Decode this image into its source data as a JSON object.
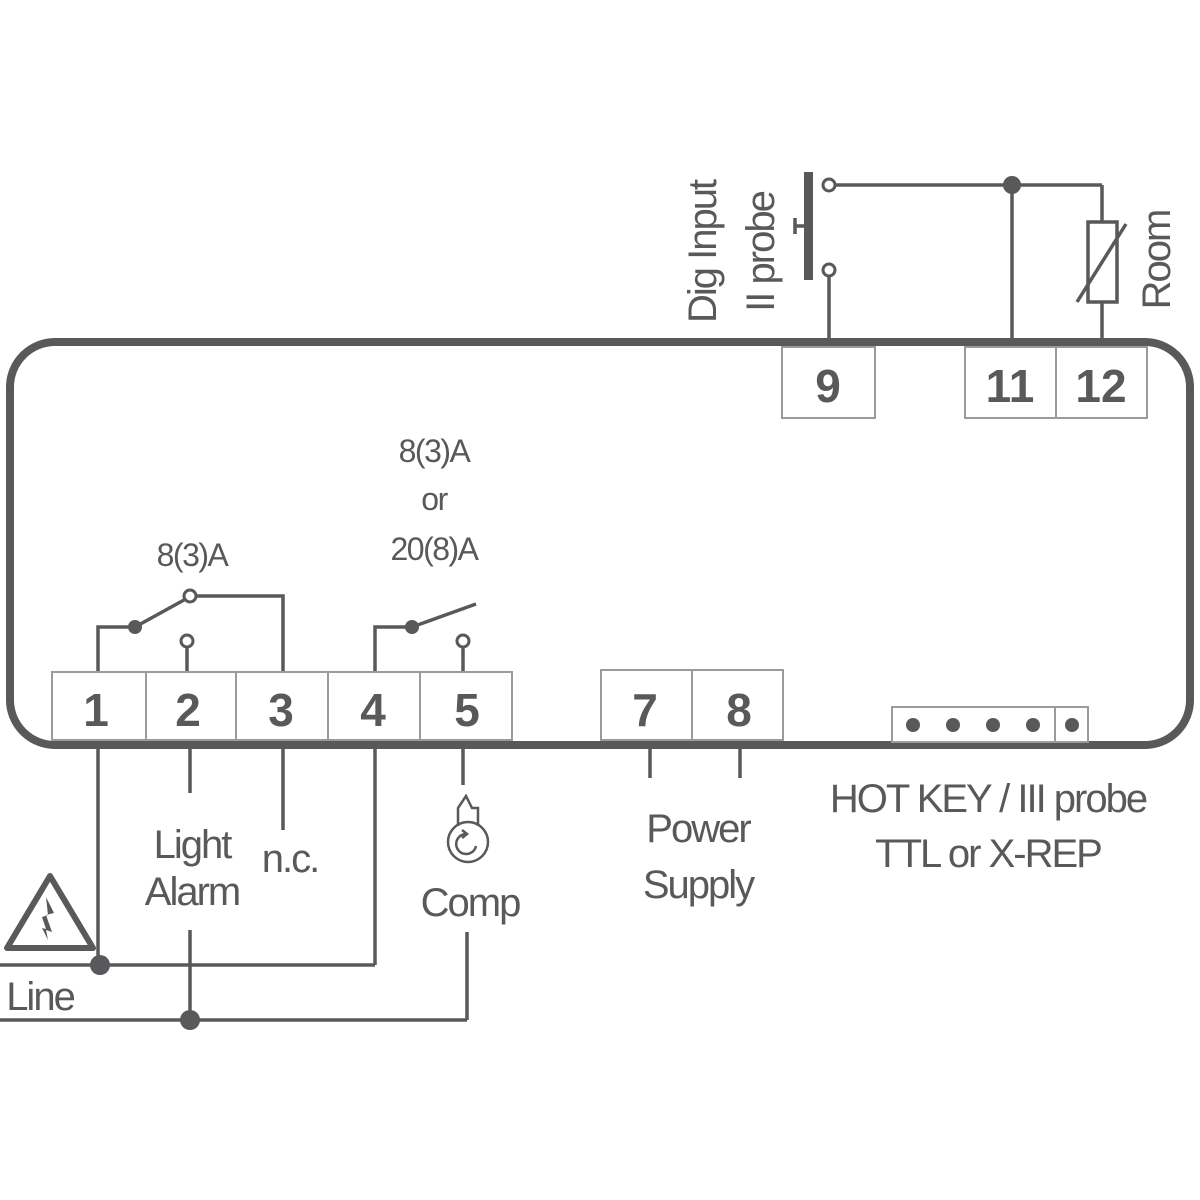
{
  "terminals": {
    "t1": "1",
    "t2": "2",
    "t3": "3",
    "t4": "4",
    "t5": "5",
    "t7": "7",
    "t8": "8",
    "t9": "9",
    "t11": "11",
    "t12": "12"
  },
  "labels": {
    "relay1_rating": "8(3)A",
    "relay2_rating_1": "8(3)A",
    "relay2_rating_2": "or",
    "relay2_rating_3": "20(8)A",
    "dig_input": "Dig Input",
    "ii_probe": "II probe",
    "room": "Room",
    "light": "Light",
    "alarm": "Alarm",
    "nc": "n.c.",
    "comp": "Comp",
    "power": "Power",
    "supply": "Supply",
    "hotkey_1": "HOT KEY / III probe",
    "hotkey_2": "TTL or X-REP",
    "line": "Line"
  },
  "colors": {
    "ink": "#58595b",
    "border": "#9a9b9d"
  }
}
